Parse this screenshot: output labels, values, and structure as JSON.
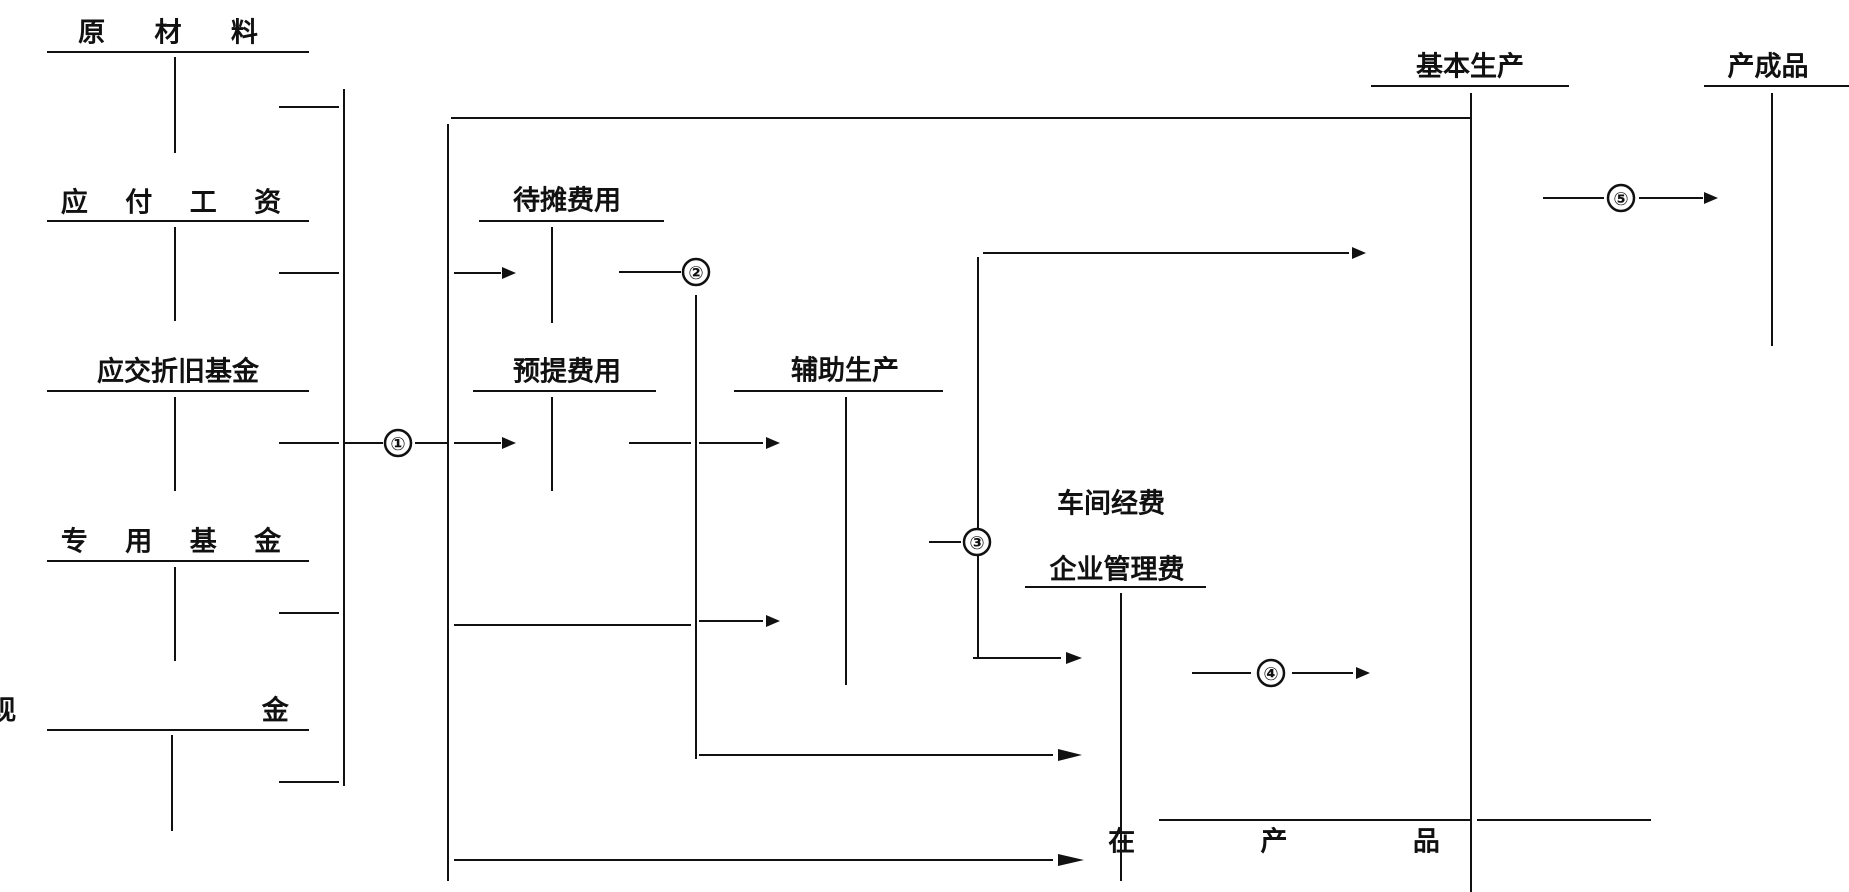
{
  "accounts": {
    "raw_materials": "原 材 料",
    "wages_payable": "应 付 工 资",
    "depreciation_fund": "应交折旧基金",
    "special_fund": "专 用 基 金",
    "cash": "现 金",
    "prepaid_expenses": "待摊费用",
    "accrued_expenses": "预提费用",
    "auxiliary_production": "辅助生产",
    "workshop_expenses": "车间经费",
    "admin_expenses": "企业管理费",
    "basic_production": "基本生产",
    "finished_goods": "产成品",
    "work_in_process": "在 产 品"
  },
  "steps": [
    "①",
    "②",
    "③",
    "④",
    "⑤"
  ],
  "colors": {
    "ink": "#111111",
    "paper": "#ffffff"
  }
}
